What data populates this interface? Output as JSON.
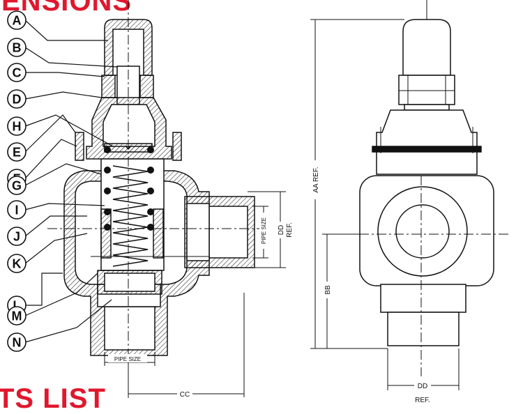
{
  "headings": {
    "dimensions": "ENSIONS",
    "parts_list": "TS LIST"
  },
  "callouts": [
    "A",
    "B",
    "C",
    "D",
    "H",
    "E",
    "F",
    "G",
    "I",
    "J",
    "K",
    "L",
    "M",
    "N"
  ],
  "dimensions": {
    "pipe_size_side": "PIPE SIZE",
    "dd_side": "DD",
    "ref_side": "REF.",
    "pipe_size_bottom": "PIPE SIZE",
    "cc": "CC",
    "aa_ref": "AA REF.",
    "bb": "BB",
    "dd_bottom": "DD",
    "ref_bottom": "REF."
  },
  "colors": {
    "heading": "#e0182d",
    "line": "#111111"
  }
}
